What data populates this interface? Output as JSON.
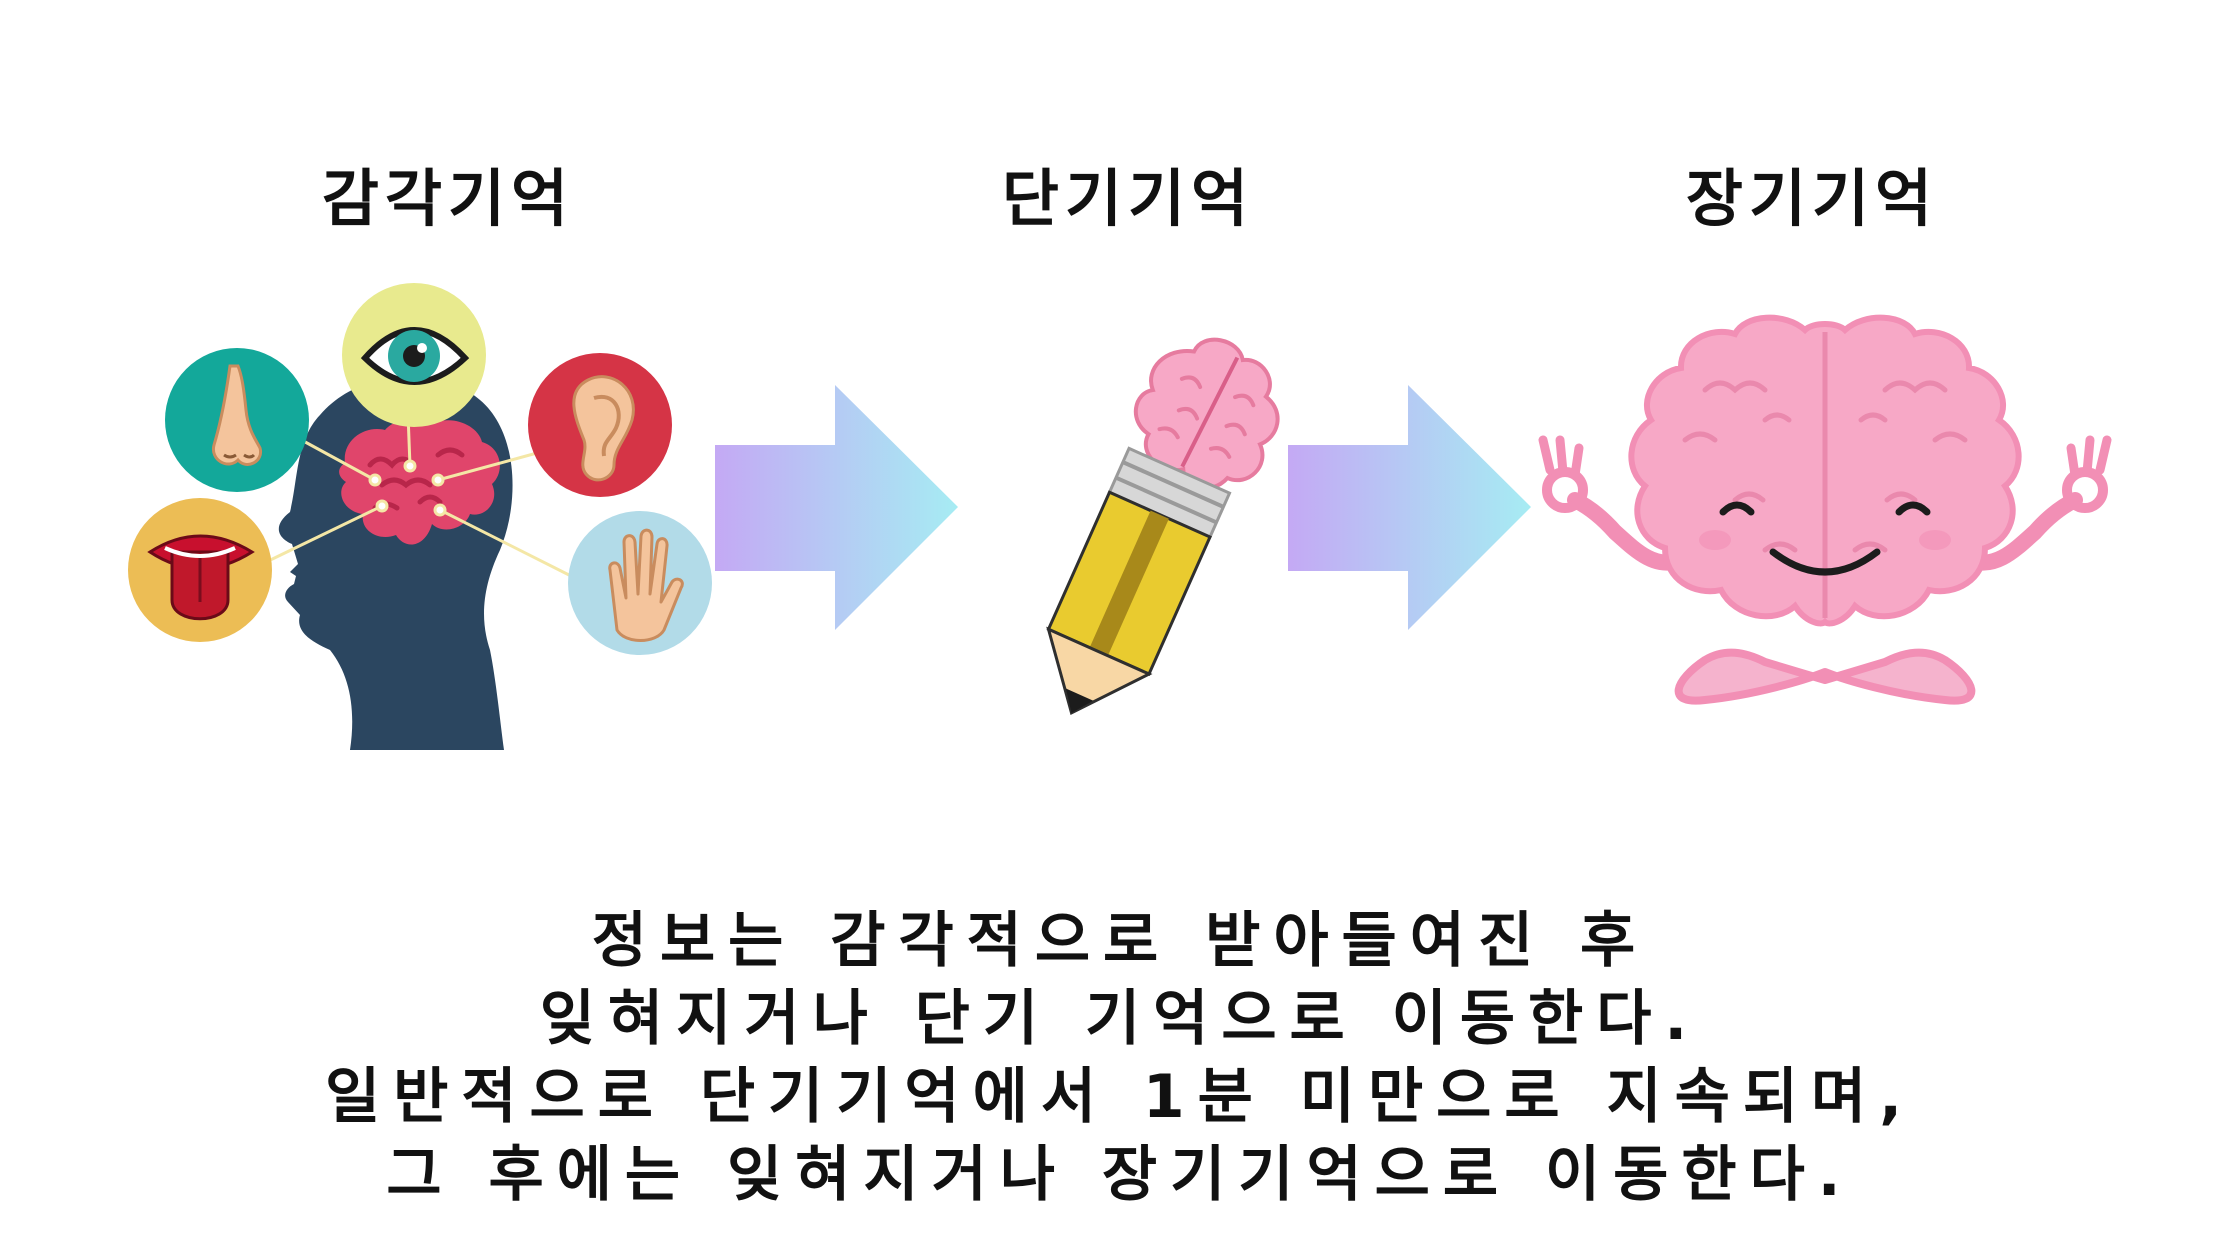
{
  "stages": [
    {
      "title": "감각기억"
    },
    {
      "title": "단기기억"
    },
    {
      "title": "장기기억"
    }
  ],
  "icons": {
    "sensory": [
      "nose-icon",
      "eye-icon",
      "ear-icon",
      "tongue-icon",
      "hand-icon",
      "head-brain-icon"
    ],
    "short_term": "pencil-brain-icon",
    "long_term": "meditating-brain-icon",
    "arrows": "right-arrow-icon"
  },
  "colors": {
    "head": "#2b4660",
    "brain_pink": "#f7a8c6",
    "brain_red": "#e0456b",
    "arrow_start": "#c4a9f4",
    "arrow_end": "#a6ecf3",
    "eye_bg": "#e8ea8e",
    "nose_bg": "#13a89a",
    "ear_bg": "#d53446",
    "tongue_bg": "#ecbd55",
    "hand_bg": "#b2dbe8",
    "pencil_yellow": "#e9cb2f"
  },
  "caption": {
    "lines": [
      "정보는 감각적으로 받아들여진 후",
      "잊혀지거나 단기 기억으로 이동한다.",
      "일반적으로 단기기억에서 1분 미만으로 지속되며,",
      "그 후에는 잊혀지거나 장기기억으로 이동한다."
    ]
  }
}
